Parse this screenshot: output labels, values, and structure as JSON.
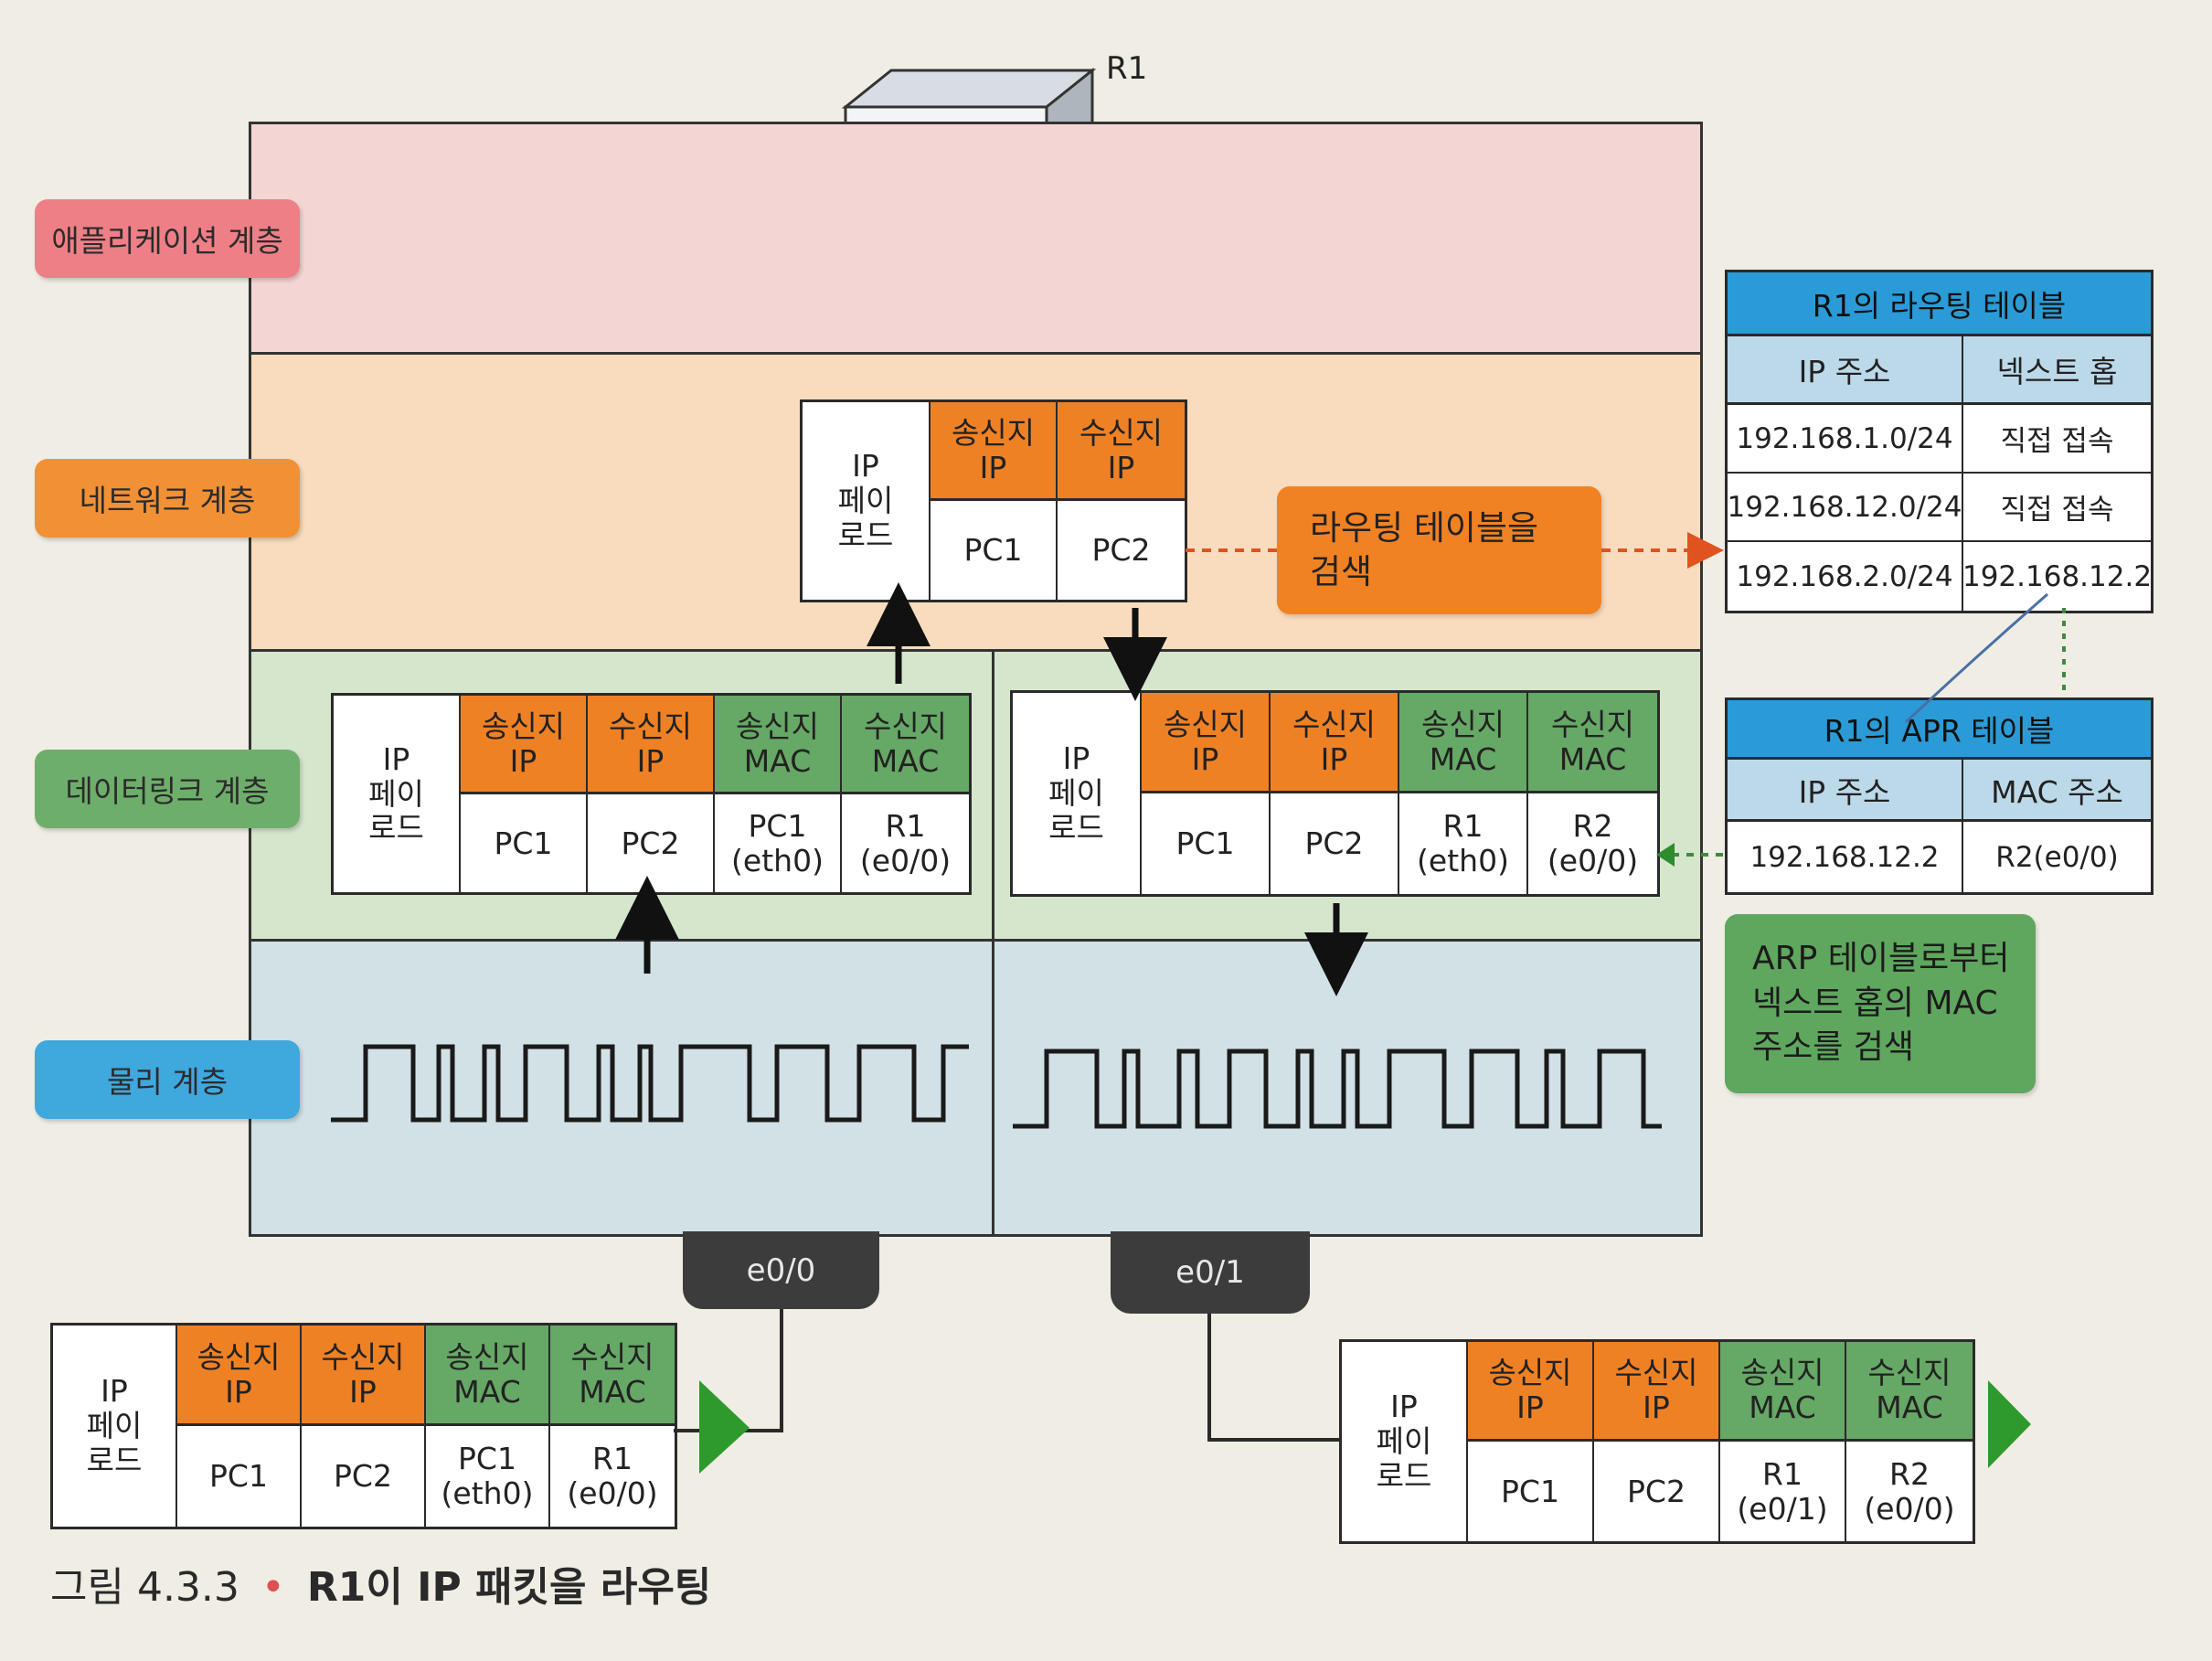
{
  "router_label": "R1",
  "layers": {
    "application": "애플리케이션 계층",
    "network": "네트워크 계층",
    "datalink": "데이터링크 계층",
    "physical": "물리 계층"
  },
  "headers": {
    "payload": "IP\n페이\n로드",
    "src_ip": "송신지\nIP",
    "dst_ip": "수신지\nIP",
    "src_mac": "송신지\nMAC",
    "dst_mac": "수신지\nMAC"
  },
  "network_packet": {
    "src_ip": "PC1",
    "dst_ip": "PC2"
  },
  "left_frame": {
    "src_ip": "PC1",
    "dst_ip": "PC2",
    "src_mac": "PC1\n(eth0)",
    "dst_mac": "R1\n(e0/0)"
  },
  "right_frame": {
    "src_ip": "PC1",
    "dst_ip": "PC2",
    "src_mac": "R1\n(eth0)",
    "dst_mac": "R2\n(e0/0)"
  },
  "incoming_frame": {
    "src_ip": "PC1",
    "dst_ip": "PC2",
    "src_mac": "PC1\n(eth0)",
    "dst_mac": "R1\n(e0/0)"
  },
  "outgoing_frame": {
    "src_ip": "PC1",
    "dst_ip": "PC2",
    "src_mac": "R1\n(e0/1)",
    "dst_mac": "R2\n(e0/0)"
  },
  "ports": {
    "left": "e0/0",
    "right": "e0/1"
  },
  "routing_search_note": "라우팅 테이블을\n검색",
  "routing_table": {
    "title": "R1의 라우팅 테이블",
    "columns": [
      "IP 주소",
      "넥스트 홉"
    ],
    "rows": [
      [
        "192.168.1.0/24",
        "직접 접속"
      ],
      [
        "192.168.12.0/24",
        "직접 접속"
      ],
      [
        "192.168.2.0/24",
        "192.168.12.2"
      ]
    ]
  },
  "arp_table": {
    "title": "R1의 APR 테이블",
    "columns": [
      "IP 주소",
      "MAC 주소"
    ],
    "rows": [
      [
        "192.168.12.2",
        "R2(e0/0)"
      ]
    ]
  },
  "arp_note": "ARP 테이블로부터\n넥스트 홉의 MAC\n주소를 검색",
  "caption": {
    "figure": "그림 4.3.3",
    "bullet": "•",
    "text": "R1이 IP 패킷을 라우팅"
  },
  "colors": {
    "application": "#f3d6d3",
    "network": "#f8dcbd",
    "datalink": "#d6e6cd",
    "physical": "#d2e1e6",
    "orange": "#ef8125",
    "green": "#66a865",
    "blue": "#2a9bd6"
  }
}
